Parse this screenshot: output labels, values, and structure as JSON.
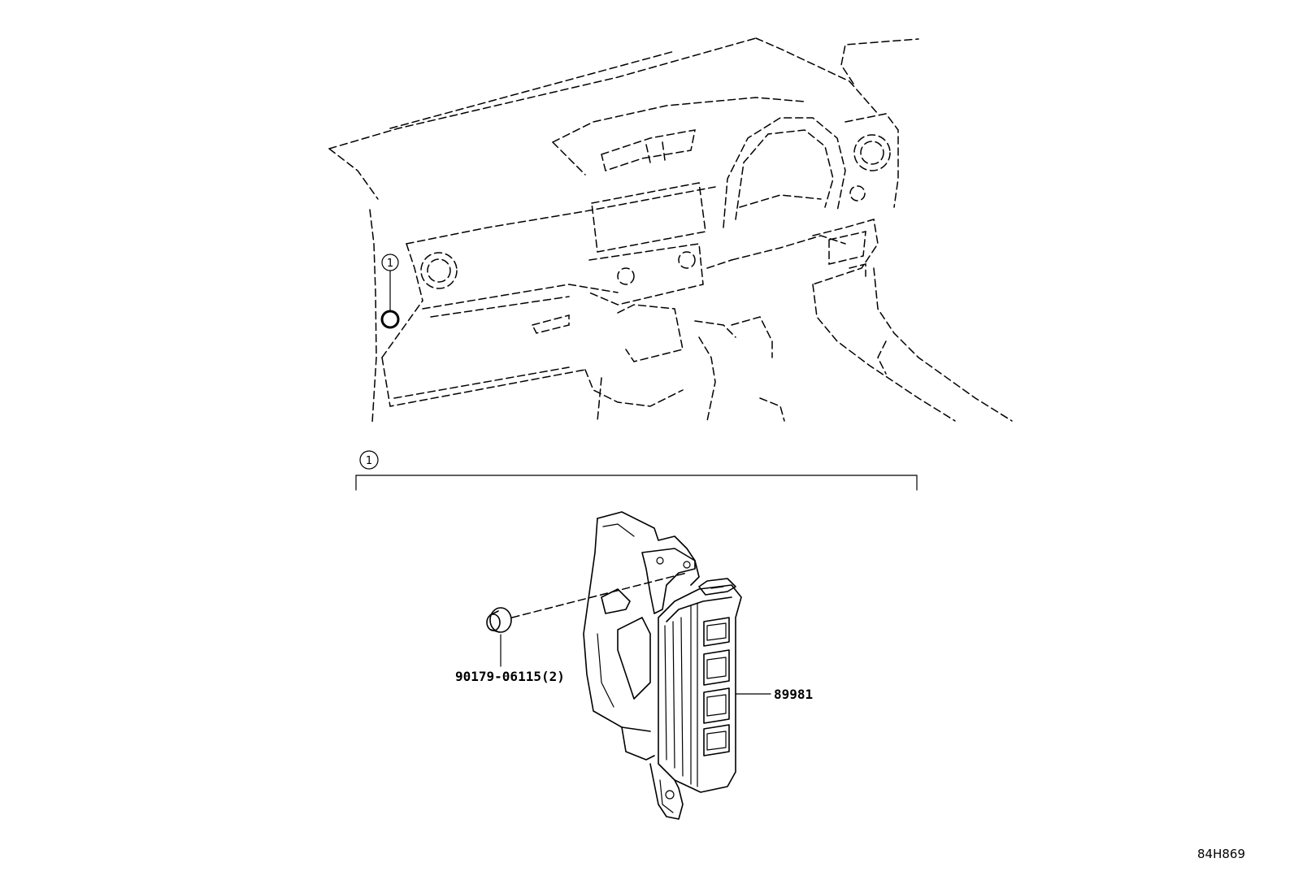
{
  "diagram": {
    "callout_top": "1",
    "group_marker": "1",
    "parts": {
      "bolt": {
        "part_number": "90179-06115(2)"
      },
      "module": {
        "part_number": "89981"
      }
    },
    "drawing_id": "84H869"
  }
}
